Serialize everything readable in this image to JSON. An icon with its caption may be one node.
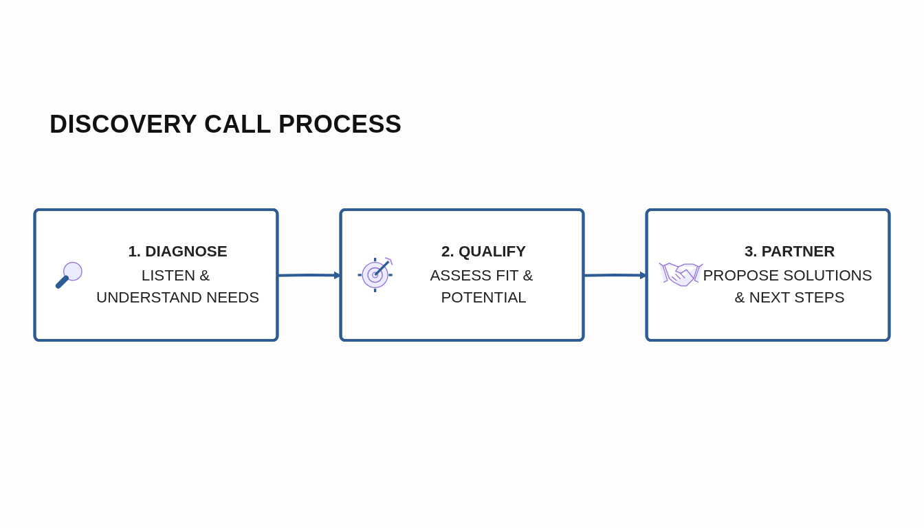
{
  "diagram": {
    "title": "DISCOVERY CALL PROCESS",
    "nodes": [
      {
        "text": [
          "1. DIAGNOSE",
          "LISTEN & UNDERSTAND NEEDS"
        ]
      },
      {
        "text": [
          "2. QUALIFY",
          "ASSESS FIT & POTENTIAL"
        ]
      },
      {
        "text": [
          "3. PARTNER",
          "PROPOSE SOLUTIONS & NEXT STEPS"
        ]
      }
    ],
    "edges": [
      {
        "from": 0,
        "to": 1,
        "arrow": "to"
      },
      {
        "from": 1,
        "to": 2,
        "arrow": "to"
      }
    ]
  }
}
